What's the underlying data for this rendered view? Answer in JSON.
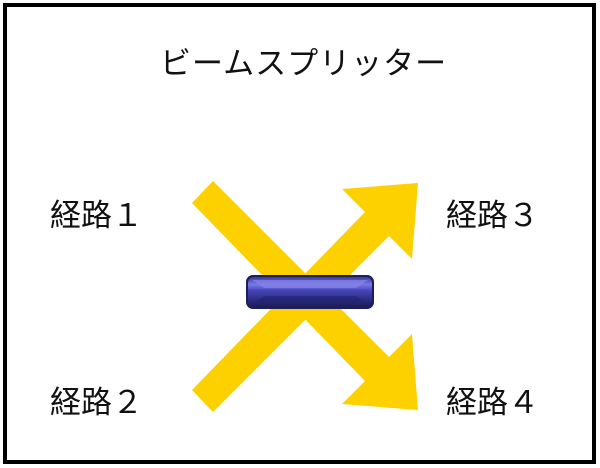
{
  "title": "ビームスプリッター",
  "paths": {
    "path1": "経路１",
    "path2": "経路２",
    "path3": "経路３",
    "path4": "経路４"
  },
  "colors": {
    "beam": "#FDD000",
    "splitter_dark": "#2A2A7A",
    "splitter_light": "#6E6EDC",
    "border": "#000000"
  },
  "elements": {
    "beam_1_to_4": "beam-arrow-down-right",
    "beam_2_to_3": "beam-arrow-up-right",
    "splitter": "beam-splitter-plate"
  }
}
